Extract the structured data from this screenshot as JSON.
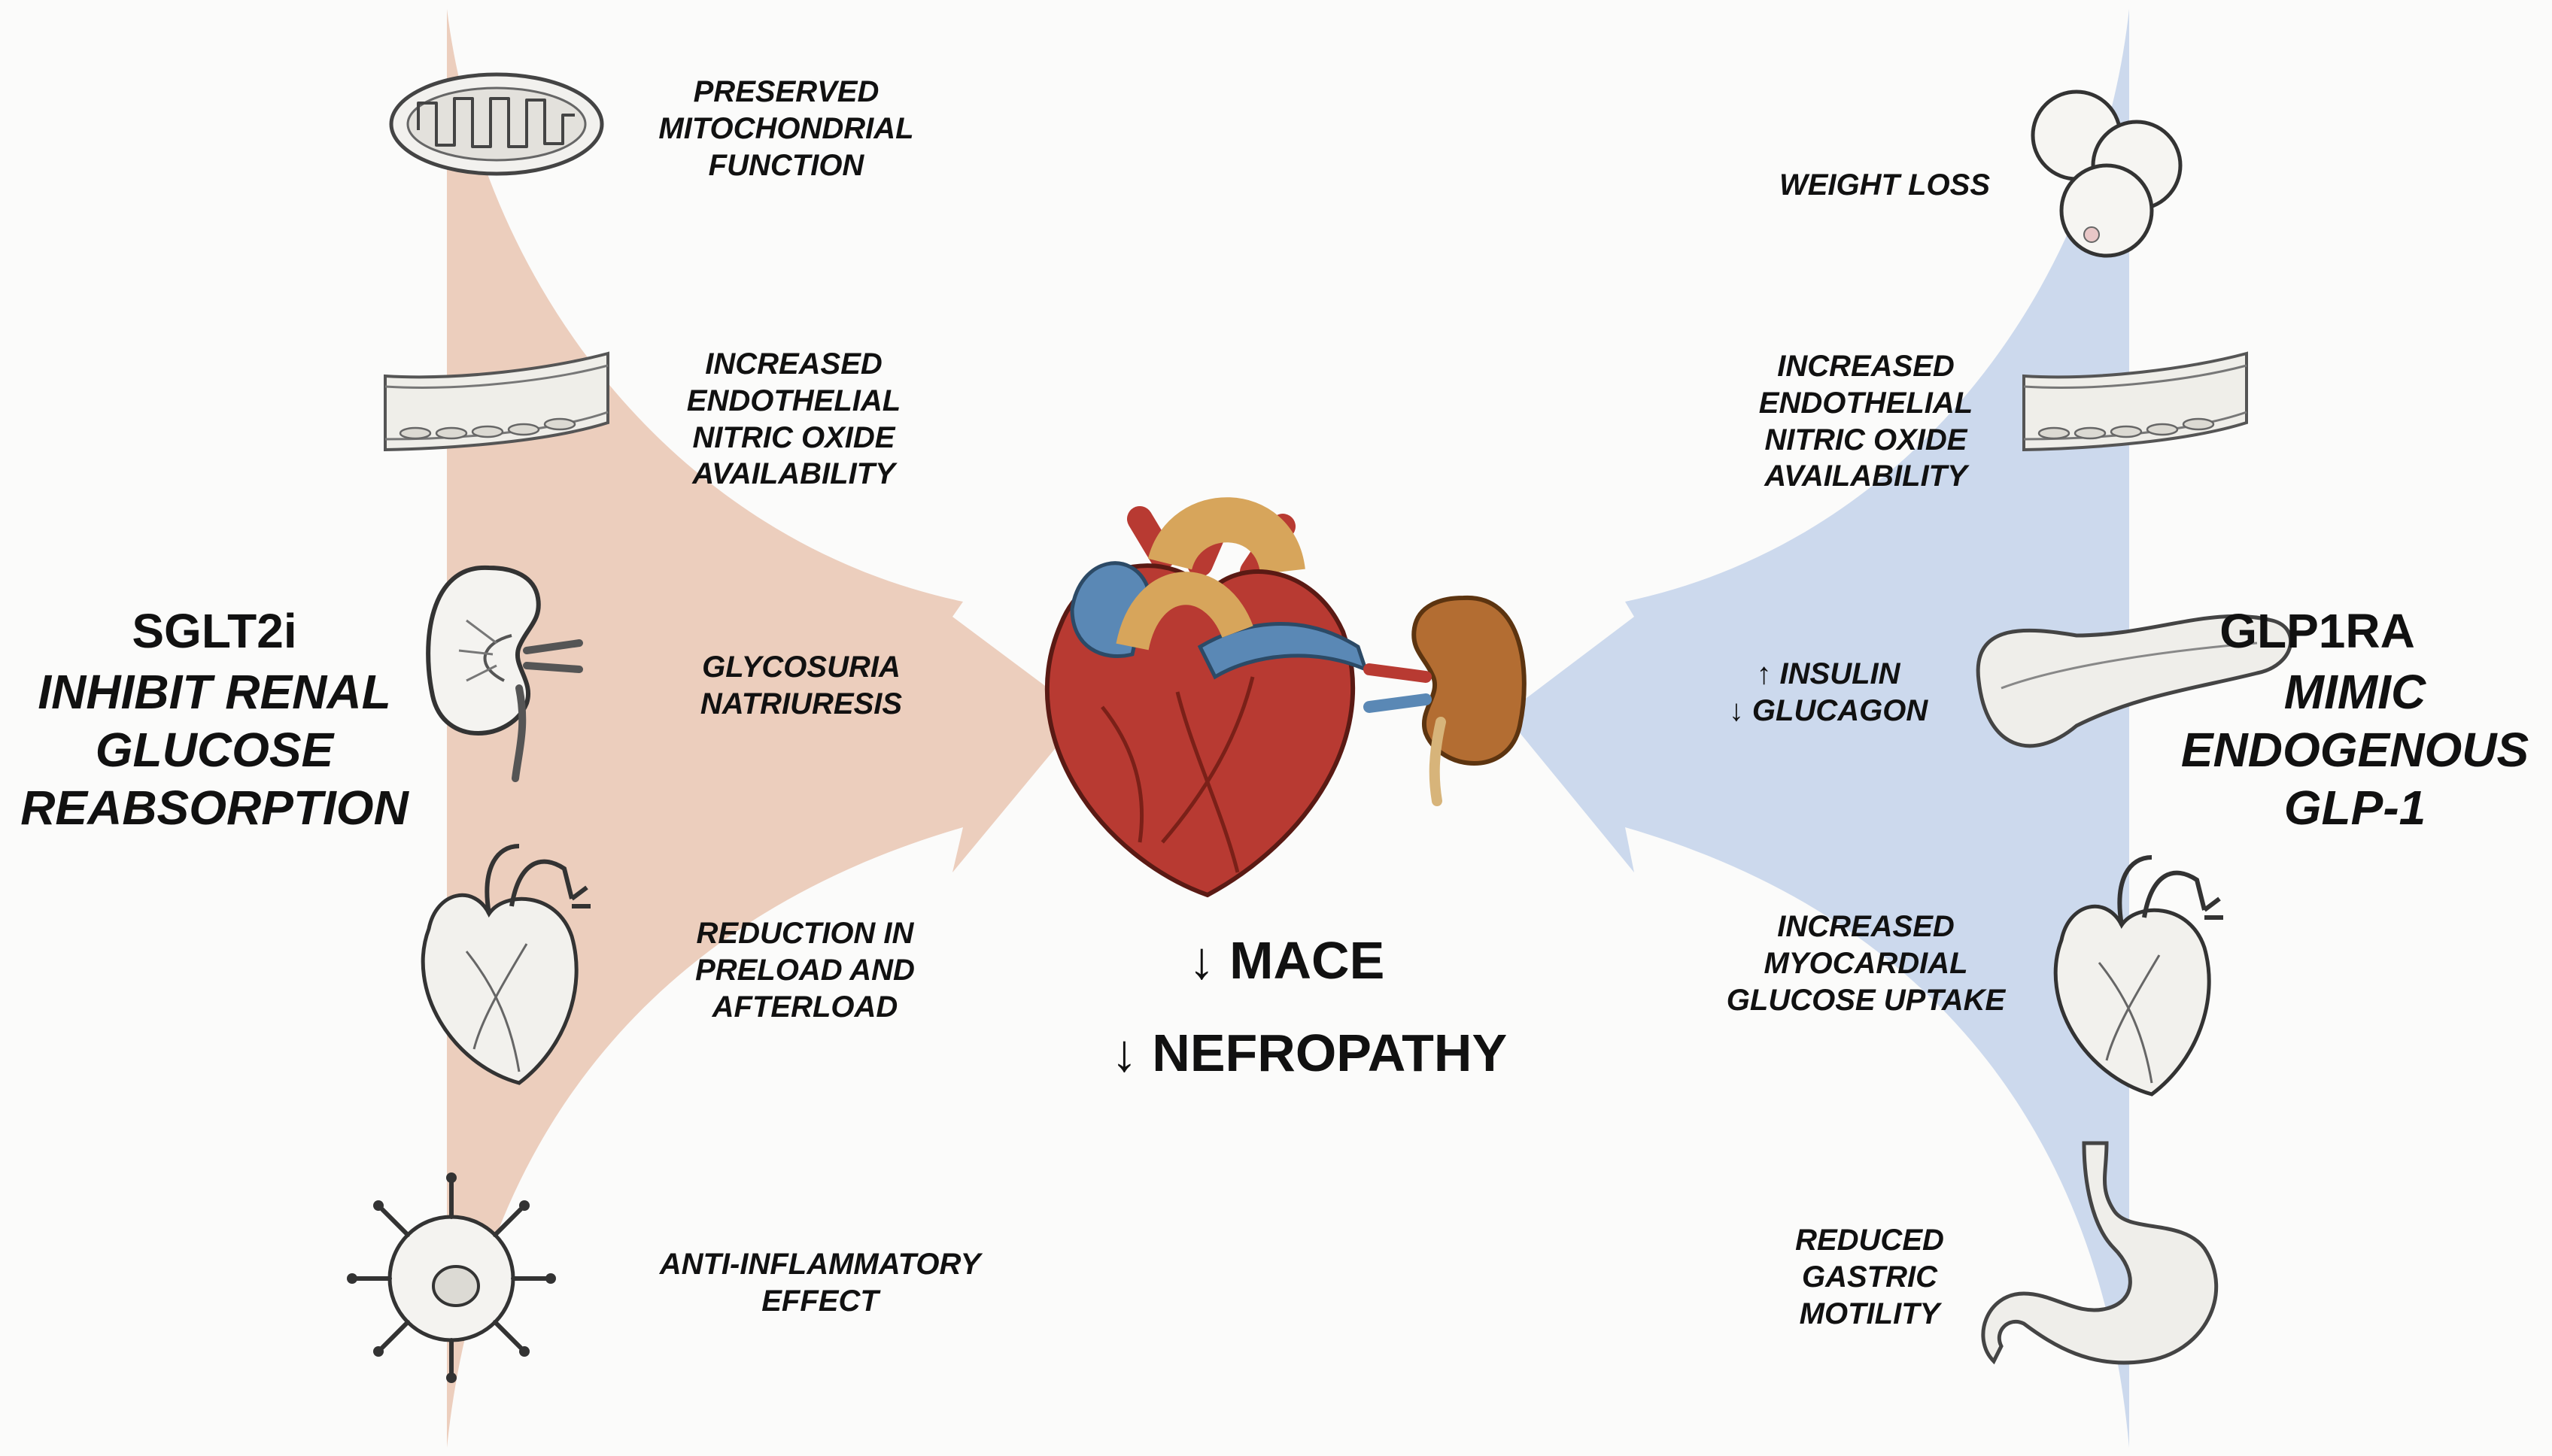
{
  "left": {
    "drug": "SGLT2i",
    "mechanism": "INHIBIT RENAL\nGLUCOSE\nREABSORPTION",
    "effects": [
      {
        "icon": "mitochondrion-icon",
        "text": "PRESERVED\nMITOCHONDRIAL\nFUNCTION"
      },
      {
        "icon": "blood-vessel-icon",
        "text": "INCREASED\nENDOTHELIAL\nNITRIC OXIDE\nAVAILABILITY"
      },
      {
        "icon": "kidney-icon",
        "text": "GLYCOSURIA\nNATRIURESIS"
      },
      {
        "icon": "heart-icon",
        "text": "REDUCTION IN\nPRELOAD AND\nAFTERLOAD"
      },
      {
        "icon": "immune-cell-icon",
        "text": "ANTI-INFLAMMATORY\nEFFECT"
      }
    ]
  },
  "right": {
    "drug": "GLP1RA",
    "mechanism": "MIMIC\nENDOGENOUS\nGLP-1",
    "effects": [
      {
        "icon": "fat-cells-icon",
        "text": "WEIGHT LOSS"
      },
      {
        "icon": "blood-vessel-icon",
        "text": "INCREASED\nENDOTHELIAL\nNITRIC OXIDE\nAVAILABILITY"
      },
      {
        "icon": "pancreas-icon",
        "text": "↑ INSULIN\n↓ GLUCAGON"
      },
      {
        "icon": "heart-icon",
        "text": "INCREASED\nMYOCARDIAL\nGLUCOSE UPTAKE"
      },
      {
        "icon": "stomach-icon",
        "text": "REDUCED\nGASTRIC\nMOTILITY"
      }
    ]
  },
  "center": {
    "outcomes": [
      "↓ MACE",
      "↓ NEFROPATHY"
    ],
    "icons": [
      "heart-icon",
      "kidney-icon"
    ]
  },
  "colors": {
    "left_band": "#e8c3b0",
    "right_band": "#c3d2ea",
    "heart_red": "#b83a32",
    "vessel_blue": "#5a88b5",
    "kidney_brown": "#b36d32"
  }
}
